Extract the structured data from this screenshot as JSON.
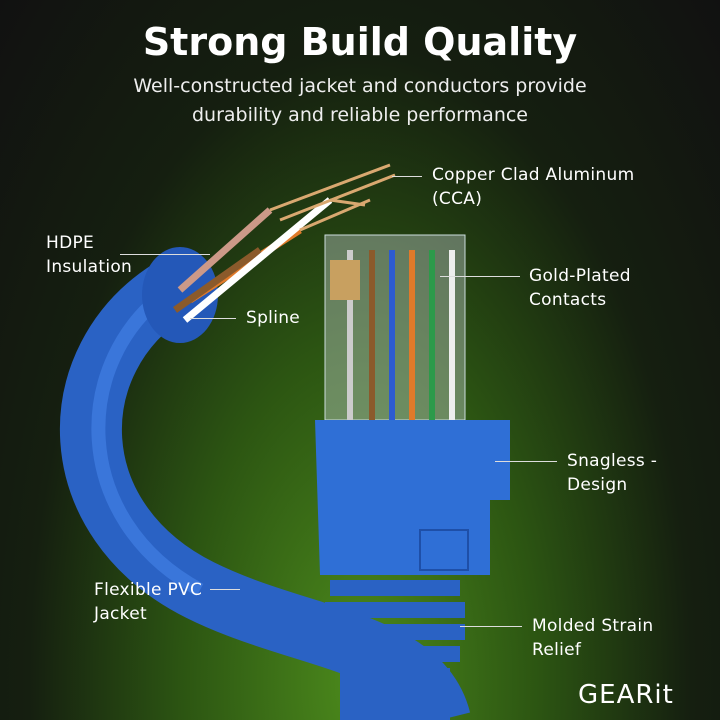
{
  "header": {
    "title": "Strong Build Quality",
    "subtitle": "Well-constructed jacket and conductors provide durability and reliable performance"
  },
  "callouts": {
    "copper": "Copper Clad Aluminum (CCA)",
    "hdpe": "HDPE Insulation",
    "spline": "Spline",
    "gold": "Gold-Plated Contacts",
    "snagless": "Snagless -Design",
    "jacket": "Flexible PVC Jacket",
    "strain": "Molded Strain Relief"
  },
  "brand": {
    "logo": "GEARit"
  },
  "colors": {
    "cable": "#2f6fd6",
    "background": "#2c5512"
  }
}
